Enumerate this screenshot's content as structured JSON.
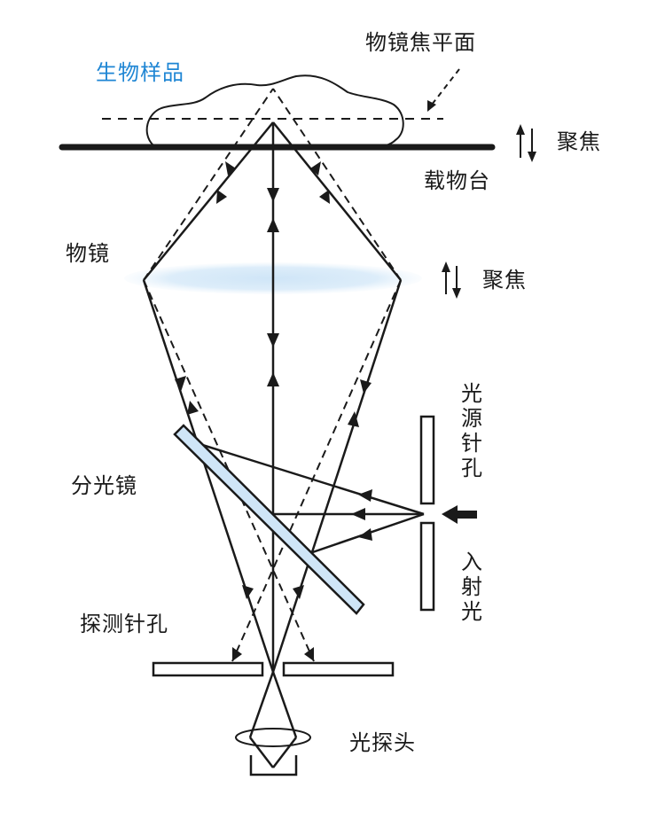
{
  "labels": {
    "specimen": "生物样品",
    "focal_plane": "物镜焦平面",
    "stage": "载物台",
    "focus_1": "聚焦",
    "objective": "物镜",
    "focus_2": "聚焦",
    "source_pinhole": [
      "光",
      "源",
      "针",
      "孔"
    ],
    "beam_splitter": "分光镜",
    "incident_light": [
      "入",
      "射",
      "光"
    ],
    "detector_pinhole": "探测针孔",
    "photodetector": "光探头"
  },
  "colors": {
    "line": "#1a1a1a",
    "specimen_label": "#1f86d4",
    "lens_fill": "#cfe5f7",
    "splitter_fill": "#cfe5f7",
    "splitter_stroke": "#1a1a1a"
  },
  "icons": {
    "focus_adjust": "up-down-arrows-icon",
    "incident_arrow": "left-arrow-icon"
  }
}
